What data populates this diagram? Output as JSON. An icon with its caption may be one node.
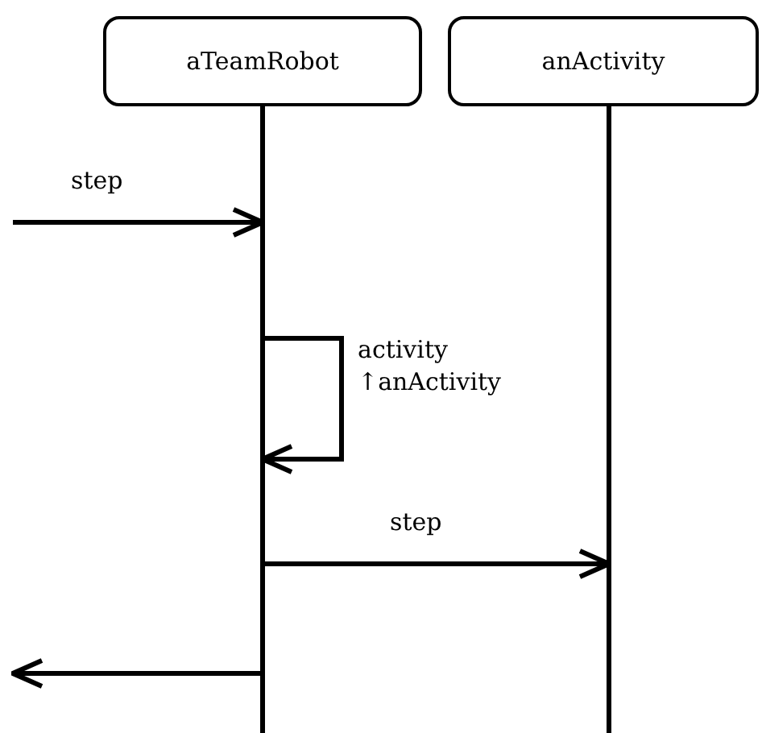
{
  "diagram": {
    "nodes": [
      {
        "text": [
          "aTeamRobot"
        ]
      },
      {
        "text": [
          "anActivity"
        ]
      }
    ],
    "edges": [
      {
        "from": null,
        "to": 0,
        "arrow": "to",
        "label": "step"
      },
      {
        "from": 0,
        "to": 0,
        "arrow": "to",
        "label": "activity ↑anActivity"
      },
      {
        "from": 0,
        "to": 1,
        "arrow": "to",
        "label": "step"
      },
      {
        "from": 0,
        "to": null,
        "arrow": "to"
      }
    ]
  }
}
